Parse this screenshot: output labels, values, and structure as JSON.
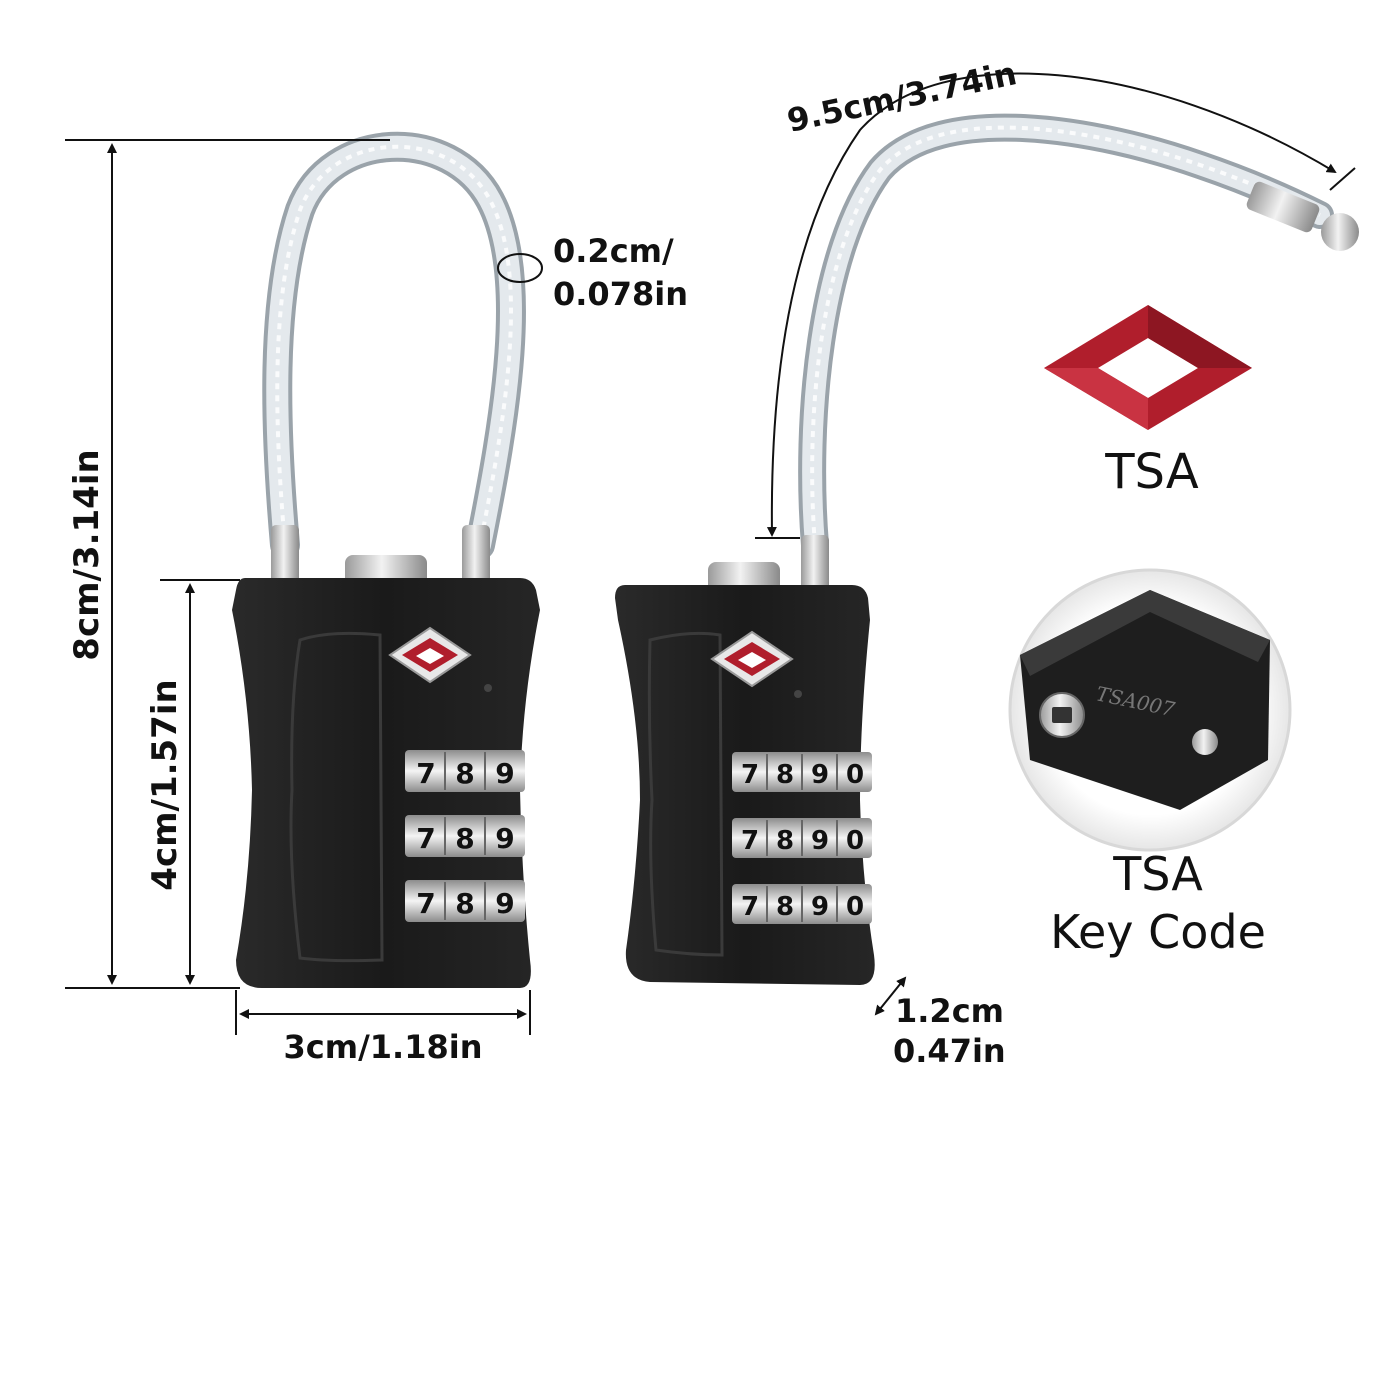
{
  "colors": {
    "lock_body": "#1d1d1d",
    "tsa_red": "#b01e2c",
    "cable": "#d7dde2",
    "metal": "#c8c8c8"
  },
  "dimensions": {
    "height_total": "8cm/3.14in",
    "height_body": "4cm/1.57in",
    "width_body": "3cm/1.18in",
    "cable_thickness_cm": "0.2cm/",
    "cable_thickness_in": "0.078in",
    "cable_length": "9.5cm/3.74in",
    "depth_cm": "1.2cm",
    "depth_in": "0.47in"
  },
  "dials": {
    "left_lock": [
      "7",
      "8",
      "9"
    ],
    "right_lock": [
      "7",
      "8",
      "9",
      "0"
    ]
  },
  "tsa_badge": {
    "label": "TSA",
    "icon": "tsa-diamond-logo-icon"
  },
  "key_code_callout": {
    "title": "TSA",
    "subtitle": "Key Code",
    "engraving": "TSA007"
  }
}
